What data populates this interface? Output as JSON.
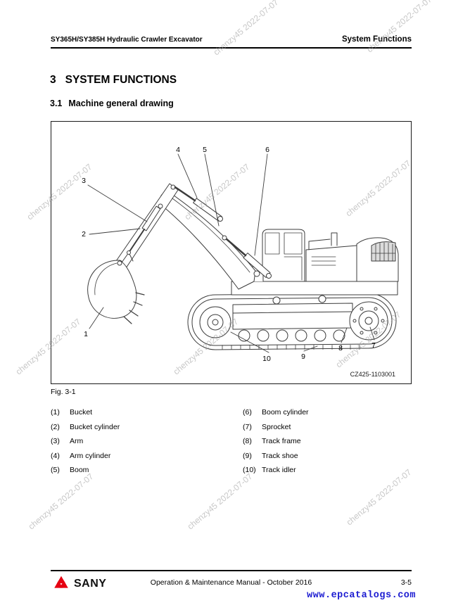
{
  "header": {
    "left": "SY365H/SY385H Hydraulic Crawler Excavator",
    "right": "System Functions"
  },
  "section": {
    "number": "3",
    "title": "SYSTEM FUNCTIONS"
  },
  "subsection": {
    "number": "3.1",
    "title": "Machine general drawing"
  },
  "figure": {
    "caption": "Fig. 3-1",
    "code": "CZ425-1103001",
    "callouts": [
      "1",
      "2",
      "3",
      "4",
      "5",
      "6",
      "7",
      "8",
      "9",
      "10"
    ]
  },
  "parts_list": {
    "left": [
      {
        "num": "(1)",
        "label": "Bucket"
      },
      {
        "num": "(2)",
        "label": "Bucket cylinder"
      },
      {
        "num": "(3)",
        "label": "Arm"
      },
      {
        "num": "(4)",
        "label": "Arm cylinder"
      },
      {
        "num": "(5)",
        "label": "Boom"
      }
    ],
    "right": [
      {
        "num": "(6)",
        "label": "Boom cylinder"
      },
      {
        "num": "(7)",
        "label": "Sprocket"
      },
      {
        "num": "(8)",
        "label": "Track frame"
      },
      {
        "num": "(9)",
        "label": "Track shoe"
      },
      {
        "num": "(10)",
        "label": "Track idler"
      }
    ]
  },
  "watermark": {
    "text": "chenzy45 2022-07-07",
    "color": "#c4c4c4"
  },
  "footer": {
    "brand": "SANY",
    "center": "Operation & Maintenance Manual - October 2016",
    "page": "3-5"
  },
  "site_link": "www.epcatalogs.com",
  "colors": {
    "brand_red": "#e60012",
    "link_blue": "#1b1bd1"
  }
}
